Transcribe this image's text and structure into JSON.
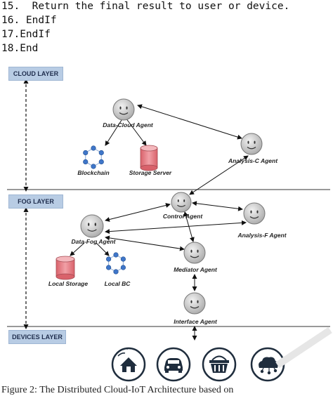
{
  "algorithm_lines": [
    "15.  Return the final result to user or device.",
    "16. EndIf",
    "17.EndIf",
    "18.End"
  ],
  "layers": {
    "cloud": "CLOUD LAYER",
    "fog": "FOG LAYER",
    "devices": "DEVICES LAYER"
  },
  "agents": {
    "data_cloud": "Data-Cloud  Agent",
    "analysis_c": "Analysis-C  Agent",
    "control": "Control  Agent",
    "analysis_f": "Analysis-F Agent",
    "data_fog": "Data-Fog  Agent",
    "mediator": "Mediator  Agent",
    "interface": "Interface  Agent"
  },
  "resources": {
    "blockchain": "Blockchain",
    "storage_server": "Storage Server",
    "local_storage": "Local Storage",
    "local_bc": "Local BC"
  },
  "devices": [
    {
      "icon": "smart-home-icon"
    },
    {
      "icon": "car-icon"
    },
    {
      "icon": "shopping-basket-icon"
    },
    {
      "icon": "cloud-connected-icon"
    }
  ],
  "colors": {
    "layer_fill": "#b8cce4",
    "agent_face": "#c9c9c9",
    "storage_red": "#e8838a",
    "blockchain_blue": "#3f76c9",
    "device_ring": "#1f2d3d"
  },
  "caption": "Figure 2: The Distributed Cloud-IoT Architecture based on"
}
